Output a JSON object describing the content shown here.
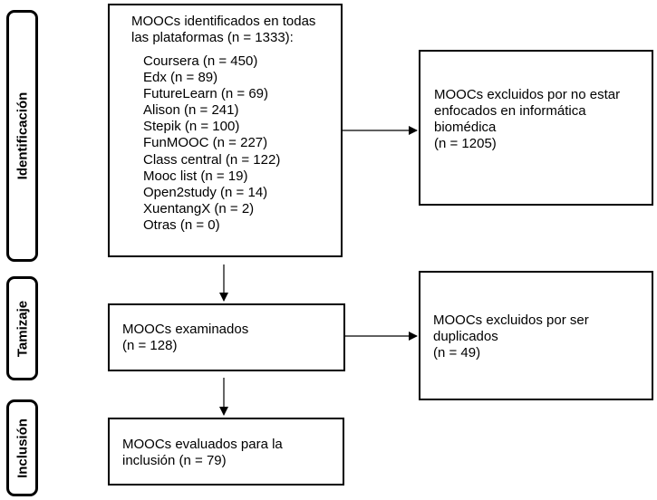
{
  "stages": {
    "identification": "Identificación",
    "screening": "Tamizaje",
    "inclusion": "Inclusión"
  },
  "identified": {
    "title": "MOOCs identificados en todas\nlas plataformas (n = 1333):",
    "platforms": [
      "Coursera (n = 450)",
      "Edx (n = 89)",
      "FutureLearn (n = 69)",
      "Alison (n = 241)",
      "Stepik (n = 100)",
      "FunMOOC (n = 227)",
      "Class central (n = 122)",
      "Mooc list (n = 19)",
      "Open2study (n = 14)",
      "XuentangX (n = 2)",
      "Otras (n = 0)"
    ]
  },
  "excluded_not_focused": "MOOCs excluidos por no estar\nenfocados en informática\nbiomédica\n(n = 1205)",
  "examined": "MOOCs examinados\n(n = 128)",
  "excluded_duplicates": "MOOCs excluidos por ser\nduplicados\n(n = 49)",
  "evaluated": "MOOCs evaluados para la\ninclusión (n = 79)"
}
